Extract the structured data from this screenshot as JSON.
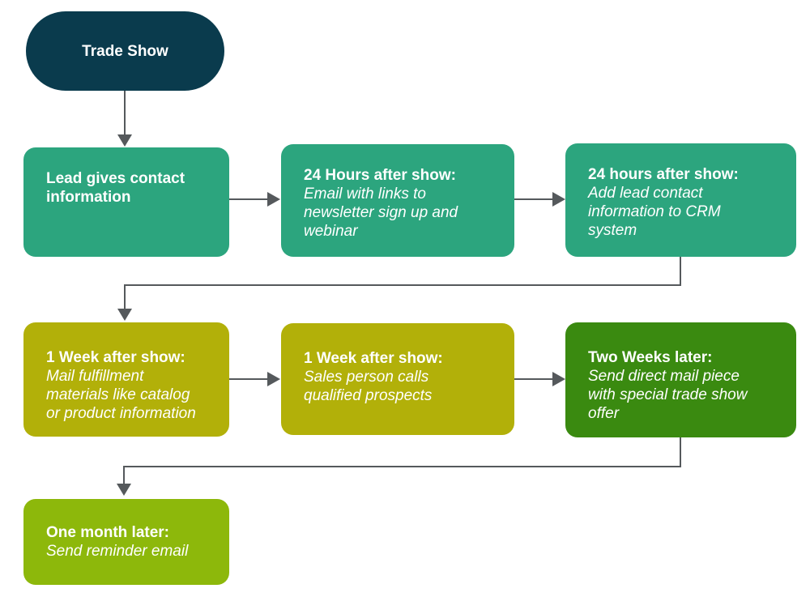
{
  "diagram": {
    "connector_color": "#55595c",
    "nodes": [
      {
        "id": "trade-show",
        "type": "start",
        "fill": "#0a3b4d",
        "title": "Trade Show",
        "body": ""
      },
      {
        "id": "lead-contact",
        "type": "process",
        "fill": "#2ca57e",
        "title": "Lead gives contact\ninformation",
        "body": ""
      },
      {
        "id": "email-24-hours",
        "type": "process",
        "fill": "#2ca57e",
        "title": "24 Hours after show:",
        "body": "Email with links to\nnewsletter sign up and\nwebinar"
      },
      {
        "id": "crm-24-hours",
        "type": "process",
        "fill": "#2ca57e",
        "title": "24 hours after show:",
        "body": "Add lead contact\ninformation to CRM\nsystem"
      },
      {
        "id": "mail-1-week",
        "type": "process",
        "fill": "#b2b009",
        "title": "1 Week after show:",
        "body": "Mail fulfillment\nmaterials like catalog\nor product information"
      },
      {
        "id": "call-1-week",
        "type": "process",
        "fill": "#b2b009",
        "title": "1 Week after show:",
        "body": "Sales person calls\nqualified prospects"
      },
      {
        "id": "direct-mail-2-weeks",
        "type": "process",
        "fill": "#3a8a10",
        "title": "Two Weeks later:",
        "body": "Send direct mail piece\nwith special trade show\noffer"
      },
      {
        "id": "reminder-1-month",
        "type": "process",
        "fill": "#8db80b",
        "title": "One month later:",
        "body": "Send reminder email"
      }
    ]
  }
}
